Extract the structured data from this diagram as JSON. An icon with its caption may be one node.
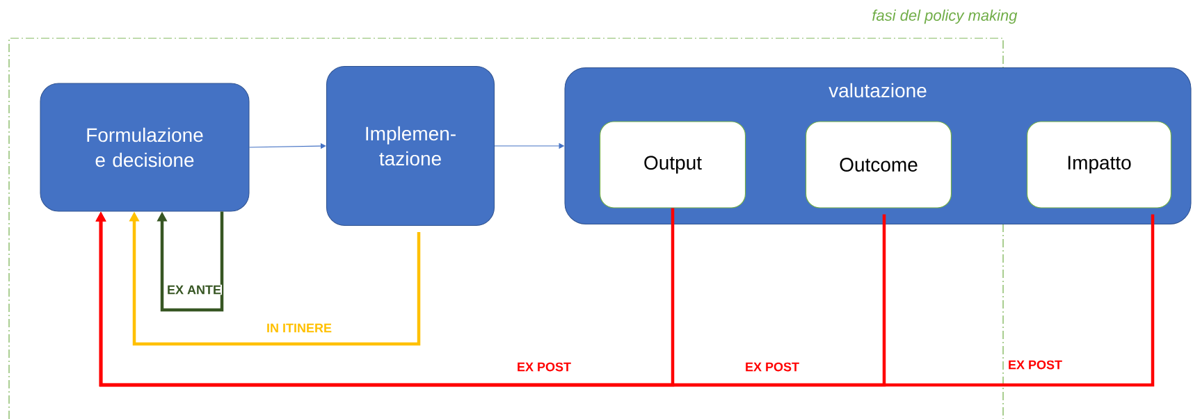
{
  "diagram": {
    "nodes": [
      {
        "text": [
          "fasi del policy making"
        ]
      },
      {
        "text": [
          "Formulazione e decisione"
        ],
        "in": 0
      },
      {
        "text": [
          "Implemen-tazione"
        ],
        "in": 0
      },
      {
        "text": [
          "valutazione"
        ]
      },
      {
        "text": [
          "Output"
        ]
      },
      {
        "text": [
          "Outcome"
        ]
      },
      {
        "text": [
          "Impatto"
        ],
        "in": 3
      }
    ],
    "edges": [
      {
        "from": 1,
        "to": 2,
        "arrow": "to",
        "color": "#4472c4"
      },
      {
        "from": 2,
        "to": 3,
        "arrow": "to",
        "color": "#4472c4"
      },
      {
        "from": 1,
        "to": 1,
        "arrow": "to",
        "label": "EX ANTE",
        "color": "#375623"
      },
      {
        "from": 2,
        "to": 1,
        "arrow": "to",
        "label": "IN ITINERE",
        "color": "#ffc000"
      },
      {
        "from": 4,
        "to": 1,
        "arrow": "to",
        "label": "EX POST",
        "color": "#ff0000"
      },
      {
        "from": 5,
        "to": 1,
        "arrow": "to",
        "label": "EX POST",
        "color": "#ff0000"
      },
      {
        "from": 6,
        "to": 1,
        "arrow": "to",
        "label": "EX POST",
        "color": "#ff0000"
      }
    ]
  }
}
